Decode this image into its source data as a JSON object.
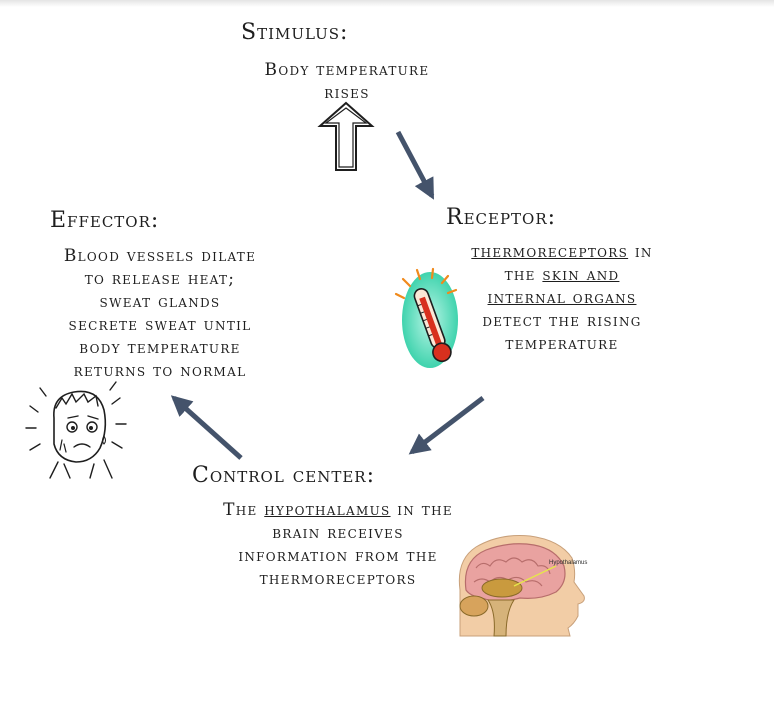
{
  "stimulus": {
    "heading": "Stimulus:",
    "lines": [
      "Body temperature",
      "rises"
    ]
  },
  "receptor": {
    "heading": "Receptor:",
    "line1_underlined": "thermoreceptors",
    "line1_rest": " in",
    "line2_pre": "the ",
    "line2_underlined": "skin and",
    "line3_underlined": "internal organs",
    "line4": "detect the rising",
    "line5": "temperature"
  },
  "effector": {
    "heading": "Effector:",
    "lines": [
      "Blood vessels dilate",
      "to release heat;",
      "sweat glands",
      "secrete sweat until",
      "body temperature",
      "returns to normal"
    ]
  },
  "control_center": {
    "heading": "Control center:",
    "line1_pre": "The ",
    "line1_underlined": "hypothalamus",
    "line1_rest": " in the",
    "line2": "brain receives",
    "line3": "information from the",
    "line4": "thermoreceptors"
  },
  "brain_image": {
    "label": "Hypothalamus"
  },
  "colors": {
    "arrow": "#44536b",
    "text": "#1e1e1e",
    "thermometer_glow": "#6fe3c6",
    "thermometer_red": "#d8301e",
    "brain_pink": "#e9a2a0",
    "skin": "#f2cda6"
  },
  "icons": [
    "hollow-up-arrow-icon",
    "thermometer-icon",
    "sweating-face-icon",
    "brain-anatomy-icon"
  ]
}
